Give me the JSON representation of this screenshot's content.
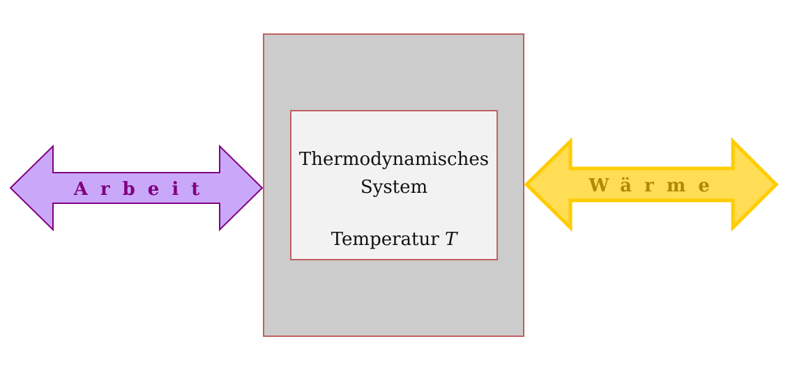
{
  "diagram": {
    "left_arrow": {
      "label": "Arbeit",
      "fill_color": "#c9a8fa",
      "stroke_color": "#800080",
      "text_color": "#800080"
    },
    "right_arrow": {
      "label": "Wärme",
      "fill_color": "#ffdd55",
      "stroke_color": "#ffcc00",
      "text_color": "#b08a00"
    },
    "system": {
      "outer_fill": "#cccccc",
      "inner_fill": "#f2f2f2",
      "border_color": "#c06060",
      "title_line1": "Thermodynamisches",
      "title_line2": "System",
      "temperature_label": "Temperatur",
      "temperature_symbol": "T"
    }
  }
}
